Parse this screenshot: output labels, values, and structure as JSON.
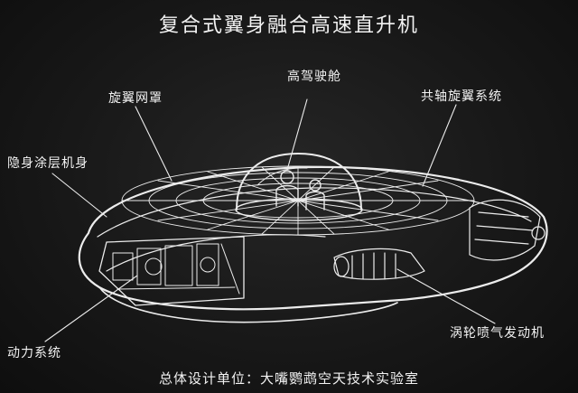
{
  "title": "复合式翼身融合高速直升机",
  "labels": {
    "rotor_net": "旋翼网罩",
    "cockpit": "高驾驶舱",
    "coaxial_rotor": "共轴旋翼系统",
    "stealth_body": "隐身涂层机身",
    "power_system": "动力系统",
    "turbojet": "涡轮喷气发动机"
  },
  "footer": {
    "design_unit": "总体设计单位：大嘴鹦鹉空天技术实验室"
  },
  "colors": {
    "background": "#181818",
    "lines": "#f0f0f0"
  }
}
